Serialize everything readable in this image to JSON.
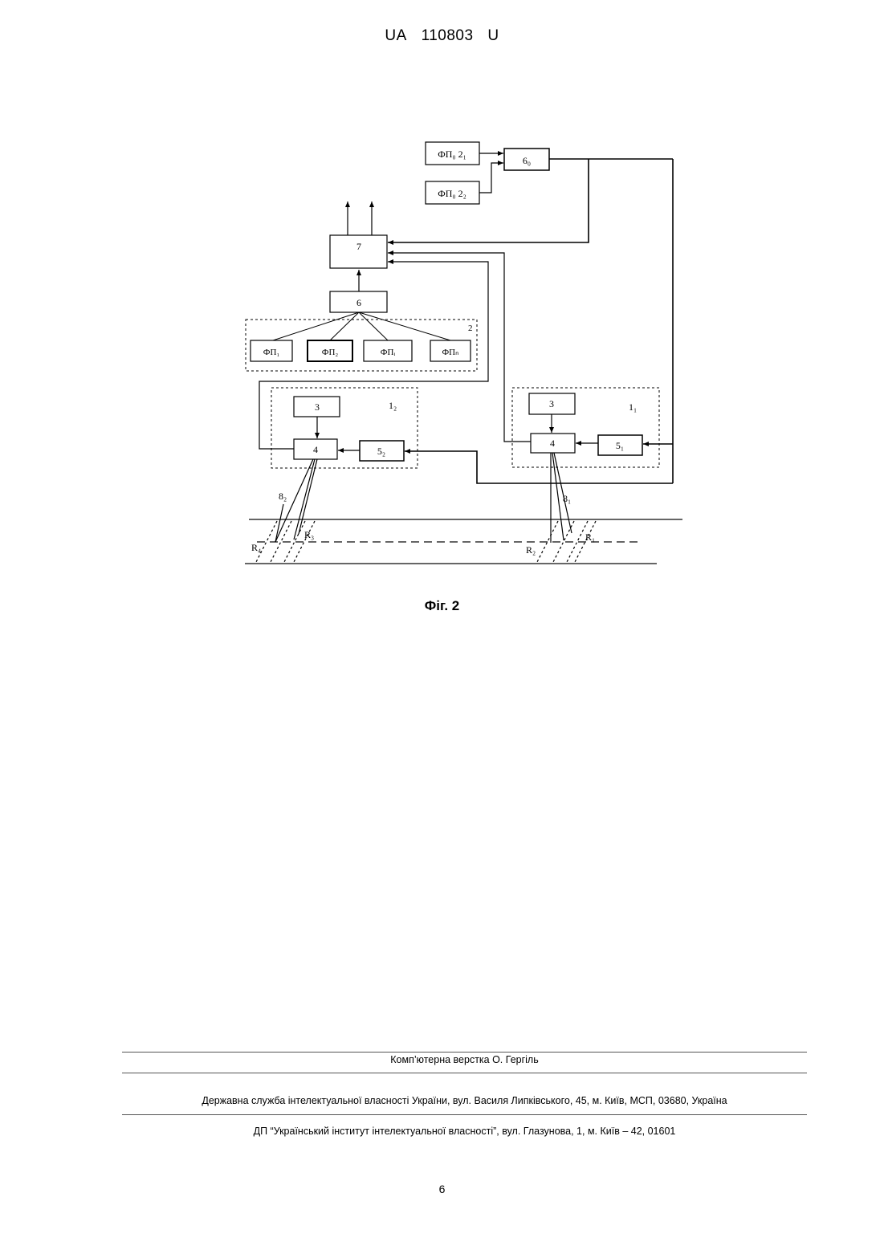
{
  "header": {
    "country": "UA",
    "number": "110803",
    "kind": "U"
  },
  "figure": {
    "caption": "Фіг. 2",
    "block_fp0_1": "ФП₀  2₁",
    "block_fp0_2": "ФП₀  2₂",
    "block_6_0": "6₀",
    "block_7": "7",
    "block_6": "6",
    "group_2_label": "2",
    "fp_blocks": [
      "ФП₁",
      "ФП₂",
      "ФПᵢ",
      "ФПₙ"
    ],
    "block_3": "3",
    "block_4": "4",
    "block_5_2": "5₂",
    "block_5_1": "5₁",
    "group_1_2_label": "1₂",
    "group_1_1_label": "1₁",
    "beam_8_2": "8₂",
    "beam_8_1": "8₁",
    "r1": "R₁",
    "r2": "R₂",
    "r3": "R₃",
    "r4": "R₄"
  },
  "footer": {
    "layout": "Комп’ютерна верстка О. Гергіль",
    "office": "Державна служба інтелектуальної власності України, вул. Василя Липківського, 45, м. Київ, МСП, 03680, Україна",
    "institute": "ДП “Український інститут інтелектуальної власності”, вул. Глазунова, 1, м. Київ – 42, 01601"
  },
  "page_number": "6"
}
